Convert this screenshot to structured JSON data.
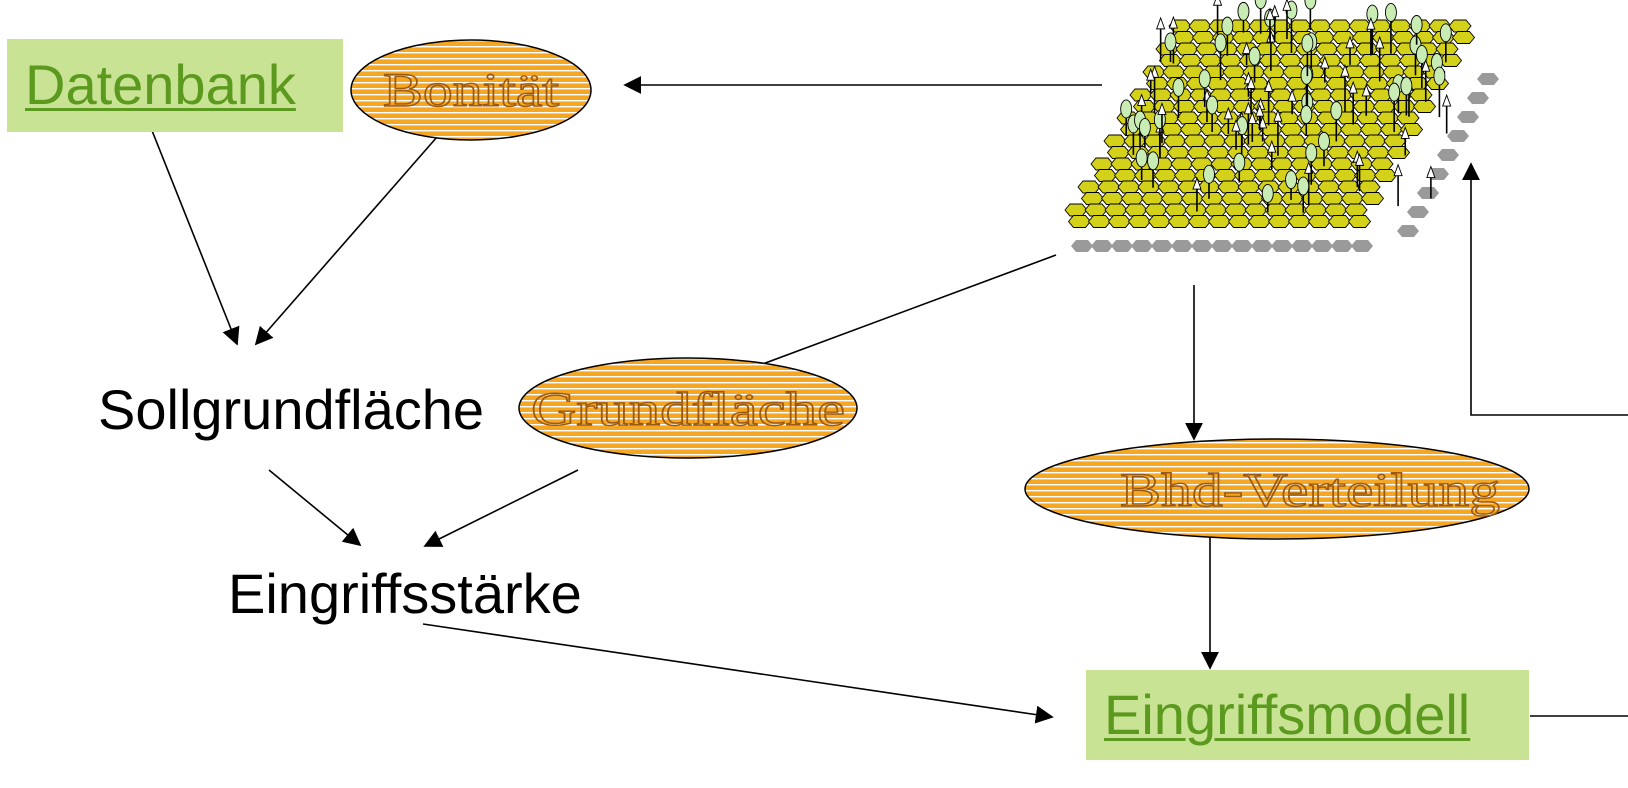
{
  "nodes": {
    "datenbank": "Datenbank",
    "bonitaet": "Bonität",
    "sollgrundflaeche": "Sollgrundfläche",
    "grundflaeche": "Grundfläche",
    "eingriffsstaerke": "Eingriffsstärke",
    "bhd_verteilung": "Bhd-Verteilung",
    "eingriffsmodell": "Eingriffsmodell"
  },
  "colors": {
    "link_green": "#5b9a1e",
    "box_green": "#c8e394",
    "ellipse_orange": "#f5a623",
    "stripe": "#ffffff",
    "hex_yellow": "#d4d11a",
    "hex_gray": "#9a9a9a",
    "tree_green": "#c9ecb4"
  },
  "icons": {
    "forest": "forest-stand-hexagon-grid"
  }
}
